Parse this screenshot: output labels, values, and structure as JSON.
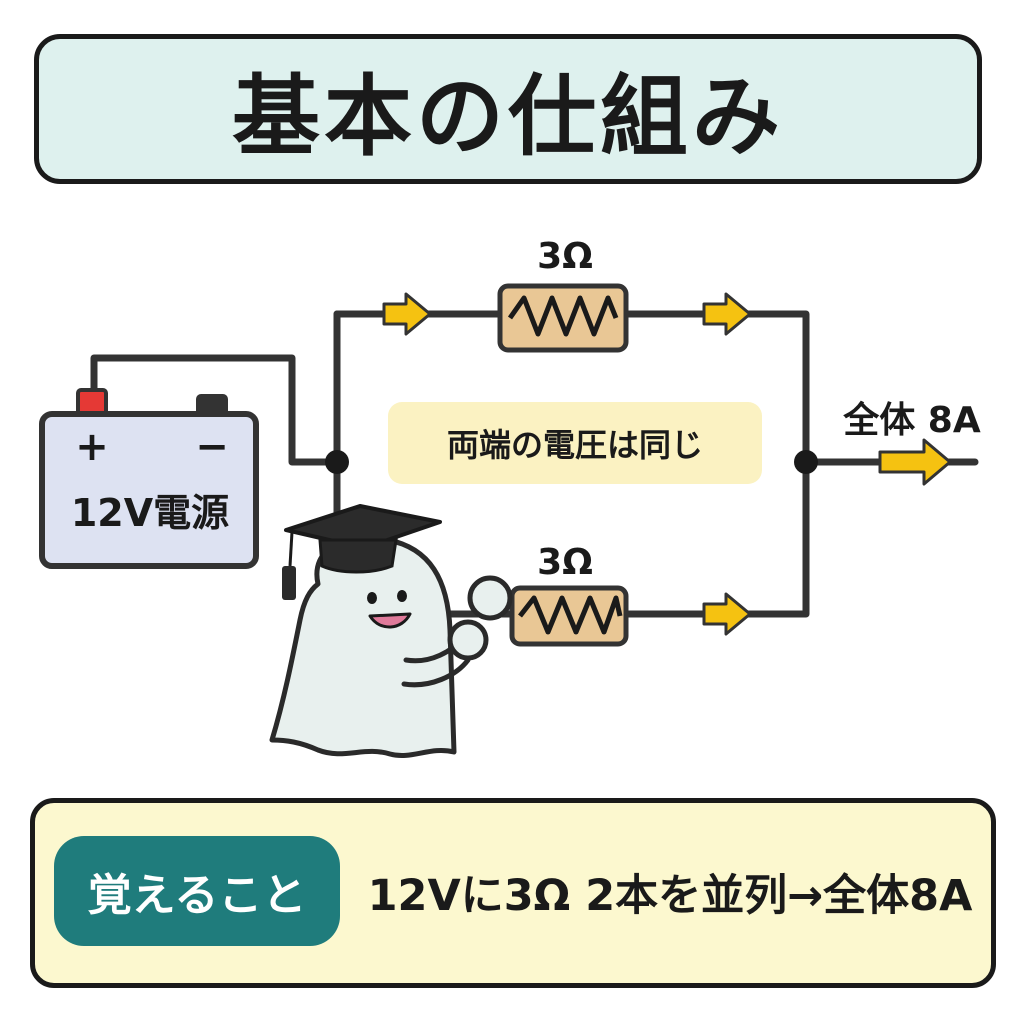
{
  "title": "基本の仕組み",
  "battery": {
    "plus_symbol": "+",
    "minus_symbol": "−",
    "label": "12V電源"
  },
  "resistors": [
    {
      "label": "3Ω"
    },
    {
      "label": "3Ω"
    }
  ],
  "note": "両端の電圧は同じ",
  "output_label": "全体 8A",
  "bottom": {
    "badge": "覚えること",
    "summary": "12Vに3Ω 2本を並列→全体8A"
  },
  "colors": {
    "title_bg": "#def1ee",
    "note_bg": "#fbf2c2",
    "bottom_bg": "#fcf8cf",
    "badge_bg": "#1f7c7c",
    "resistor_fill": "#e9c795",
    "arrow": "#f5c211",
    "battery_body": "#dde2f2",
    "positive_terminal": "#e53935",
    "negative_terminal": "#333333",
    "wire": "#333333"
  },
  "icons": [
    "current-arrow-icon",
    "graduation-cap-icon",
    "ghost-mascot"
  ]
}
